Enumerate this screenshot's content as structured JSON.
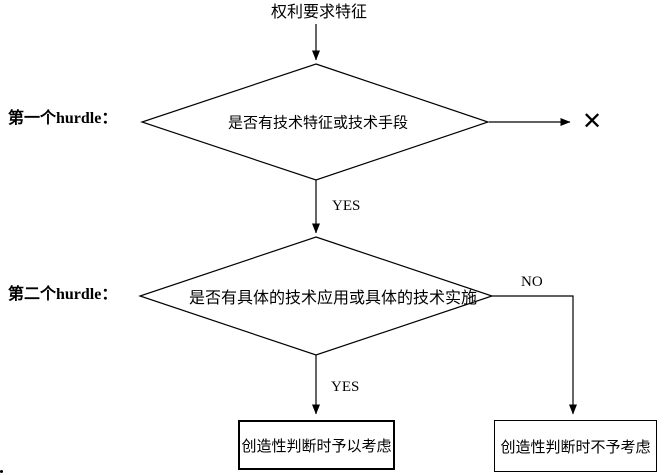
{
  "colors": {
    "ink": "#000000",
    "background": "#ffffff"
  },
  "flowchart": {
    "start_label": "权利要求特征",
    "hurdle1": {
      "label": "第一个hurdle：",
      "question": "是否有技术特征或技术手段"
    },
    "hurdle2": {
      "label": "第二个hurdle：",
      "question": "是否有具体的技术应用或具体的技术实施"
    },
    "edges": {
      "yes1": "YES",
      "yes2": "YES",
      "no": "NO"
    },
    "reject_mark": "✕",
    "results": {
      "considered": "创造性判断时予以考虑",
      "not_considered": "创造性判断时不予考虑"
    }
  }
}
